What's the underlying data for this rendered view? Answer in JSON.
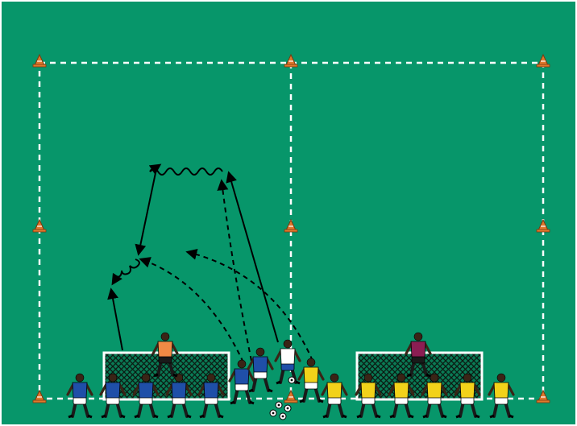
{
  "diagram": {
    "pitch_color": "#07966a",
    "line_color": "#ffffff",
    "cone_color": "#e0782c",
    "goal_net_color": "#0b1a12",
    "teams": [
      {
        "name": "blue",
        "shirt": "#1f4fa8",
        "shorts": "#ffffff"
      },
      {
        "name": "yellow",
        "shirt": "#f2d21a",
        "shorts": "#ffffff"
      }
    ],
    "goalkeepers": [
      {
        "team": "blue-side",
        "shirt": "#f08a45"
      },
      {
        "team": "yellow-side",
        "shirt": "#8b1e53"
      }
    ],
    "server": {
      "shirt": "#ffffff",
      "shorts": "#1f4fa8"
    },
    "arrow_types": [
      "pass",
      "run",
      "dribble"
    ]
  }
}
